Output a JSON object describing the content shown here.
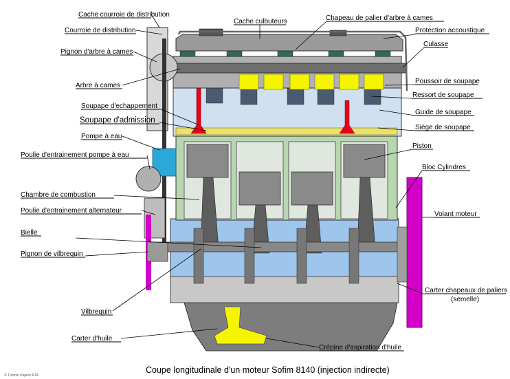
{
  "caption": "Coupe longitudinale d'un moteur Sofim 8140 (injection indirecte)",
  "corner_note": "© Tutoriel d'après RTA",
  "colors": {
    "valve": "#e8001c",
    "tappet": "#f5f500",
    "head": "#cfe0f0",
    "block": "#b8d6b0",
    "bottom": "#9ec6ec",
    "flywheel": "#d400c8",
    "pulley": "#2aa8d8",
    "sump": "#7d7d7d",
    "strainer": "#f5f500"
  },
  "labels": {
    "cache_courroie": "Cache courroie de distribution",
    "courroie": "Courroie de distribution",
    "pignon_arbre": "Pignon d'arbre à cames",
    "arbre": "Arbre à cames",
    "soupape_ech": "Soupape d'echappement",
    "soupape_adm": "Soupape d'admission",
    "pompe": "Pompe à eau",
    "poulie_pompe": "Poulie d'entrainement pompe à eau",
    "chambre": "Chambre de combustion",
    "poulie_alt": "Poulie d'entrainement alternateur",
    "bielle": "Bielle",
    "pignon_vilb": "Pignon de vilbrequin",
    "vilbrequin": "Vilbrequin",
    "carter_huile": "Carter d'huile",
    "cache_culbuteurs": "Cache culbuteurs",
    "chapeau_palier": "Chapeau de palier d'arbre à cames",
    "protection": "Protection accoustique",
    "culasse": "Culasse",
    "poussoir": "Poussoir de soupape",
    "ressort": "Ressort de soupape",
    "guide": "Guide de soupape",
    "siege": "Siège de soupape",
    "piston": "Piston",
    "bloc": "Bloc Cylindres",
    "volant": "Volant moteur",
    "carter_chapeaux_1": "Carter chapeaux de paliers",
    "carter_chapeaux_2": "(semelle)",
    "crepine": "Crépine d'aspiration d'huile"
  }
}
